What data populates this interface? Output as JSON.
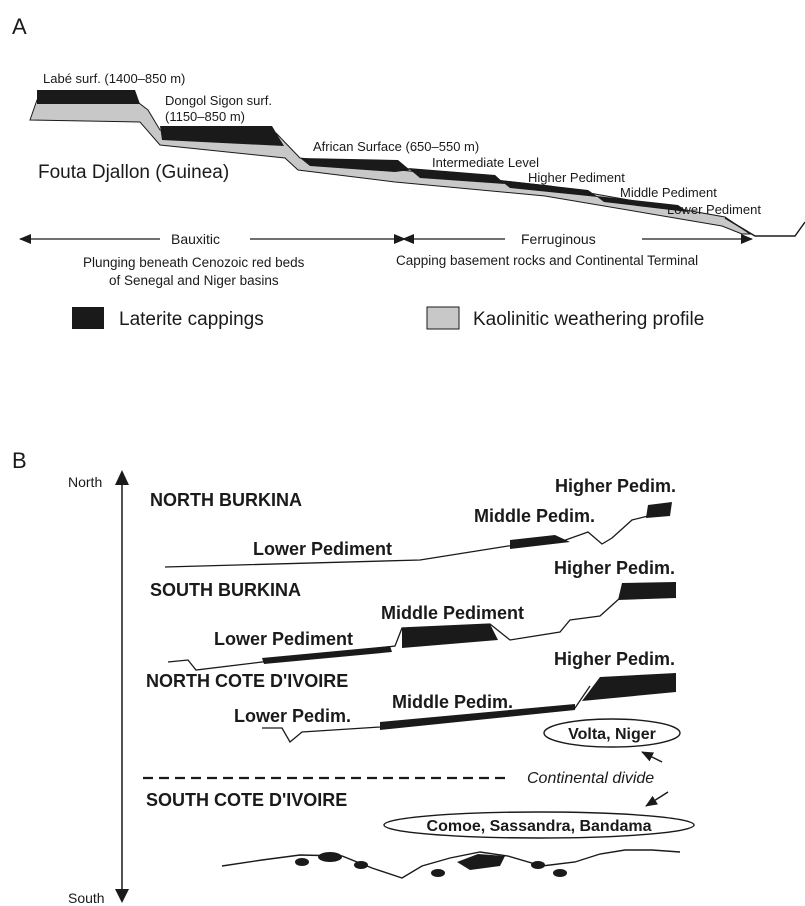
{
  "panel_a": {
    "letter": "A",
    "region": "Fouta Djallon (Guinea)",
    "surfaces": {
      "labe": "Labé surf. (1400–850 m)",
      "dongol_1": "Dongol Sigon surf.",
      "dongol_2": "(1150–850 m)",
      "african": "African Surface (650–550 m)",
      "intermediate": "Intermediate Level",
      "higher": "Higher Pediment",
      "middle": "Middle Pediment",
      "lower": "Lower Pediment"
    },
    "ranges": {
      "bauxitic": "Bauxitic",
      "bauxitic_note_1": "Plunging beneath Cenozoic red beds",
      "bauxitic_note_2": "of Senegal and Niger basins",
      "ferruginous": "Ferruginous",
      "ferruginous_note": "Capping basement rocks and Continental Terminal"
    },
    "legend": {
      "laterite": "Laterite cappings",
      "kaolinitic": "Kaolinitic weathering profile"
    },
    "colors": {
      "laterite": "#1a1a1a",
      "kaolinitic": "#c8c8c8"
    }
  },
  "panel_b": {
    "letter": "B",
    "axis": {
      "north": "North",
      "south": "South"
    },
    "north_burkina": {
      "title": "NORTH BURKINA",
      "higher": "Higher Pedim.",
      "middle": "Middle Pedim.",
      "lower": "Lower Pediment"
    },
    "south_burkina": {
      "title": "SOUTH BURKINA",
      "higher": "Higher Pedim.",
      "middle": "Middle Pediment",
      "lower": "Lower Pediment"
    },
    "north_cote": {
      "title": "NORTH COTE D'IVOIRE",
      "higher": "Higher Pedim.",
      "middle": "Middle Pedim.",
      "lower": "Lower Pedim."
    },
    "divide": {
      "north_basins": "Volta, Niger",
      "label": "Continental divide",
      "south_basins": "Comoe, Sassandra, Bandama"
    },
    "south_cote": {
      "title": "SOUTH COTE D'IVOIRE"
    }
  }
}
